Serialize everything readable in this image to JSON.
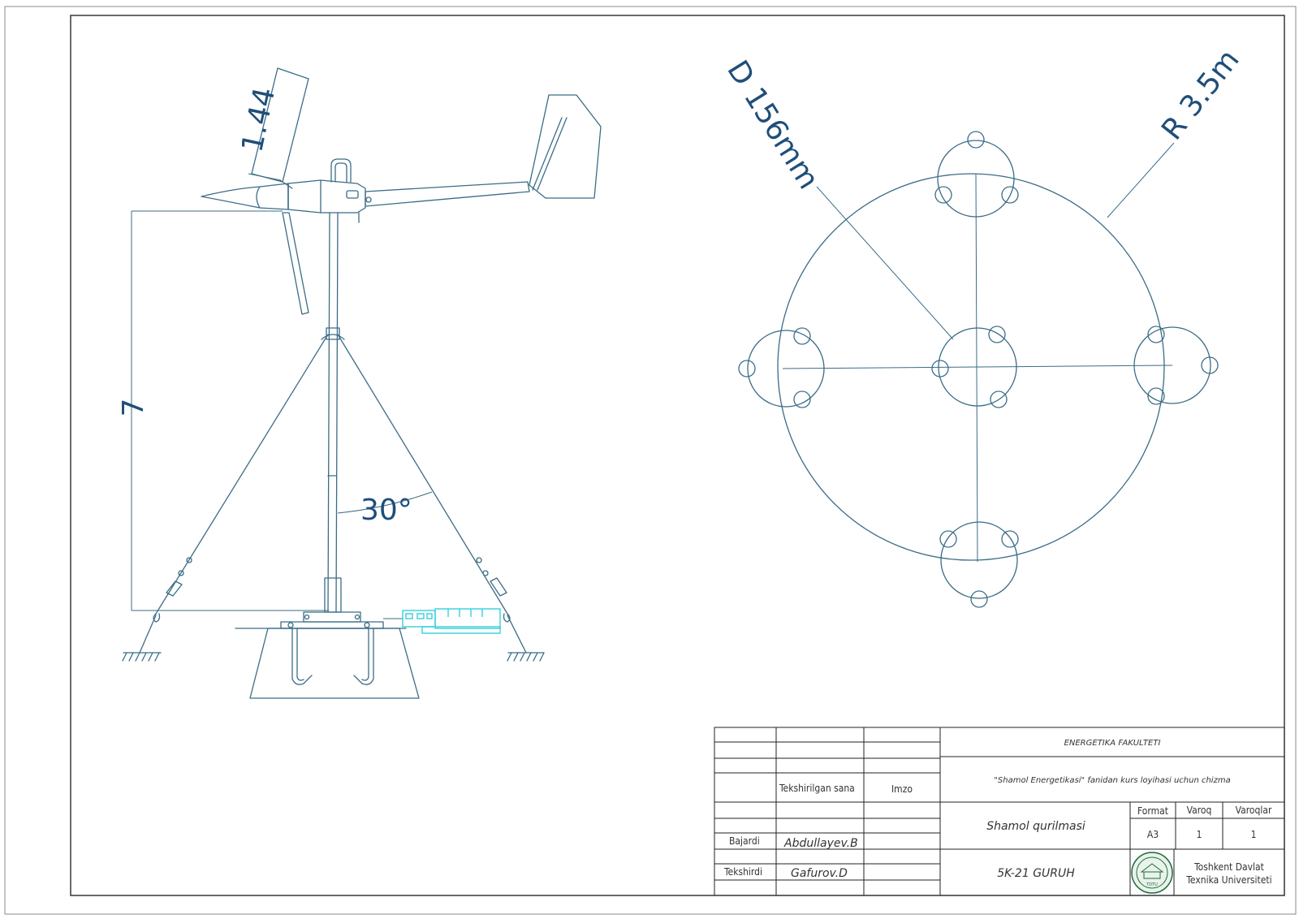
{
  "dimensions": {
    "blade_length": "1.44",
    "tower_height": "7",
    "guy_angle": "30°",
    "diameter": "D 156mm",
    "radius": "R 3.5m"
  },
  "title_block": {
    "faculty": "ENERGETIKA FAKULTETI",
    "subtitle": "\"Shamol Energetikasi\" fanidan kurs loyihasi uchun chizma",
    "checked_date_label": "Tekshirilgan sana",
    "signature_label": "Imzo",
    "drawing_name": "Shamol qurilmasi",
    "format_label": "Format",
    "format_value": "A3",
    "sheet_label": "Varoq",
    "sheet_value": "1",
    "sheets_label": "Varoqlar",
    "sheets_value": "1",
    "performed_label": "Bajardi",
    "performed_name": "Abdullayev.B",
    "checked_label": "Tekshirdi",
    "checked_name": "Gafurov.D",
    "group": "5K-21 GURUH",
    "university_line1": "Toshkent Davlat",
    "university_line2": "Texnika Universiteti",
    "logo_text": "TDTU"
  },
  "colors": {
    "drawing_lines": "#3b6c86",
    "dimension_text": "#1f4e79",
    "highlight_cyan": "#35d0dd",
    "frame": "#2a2a2a"
  }
}
